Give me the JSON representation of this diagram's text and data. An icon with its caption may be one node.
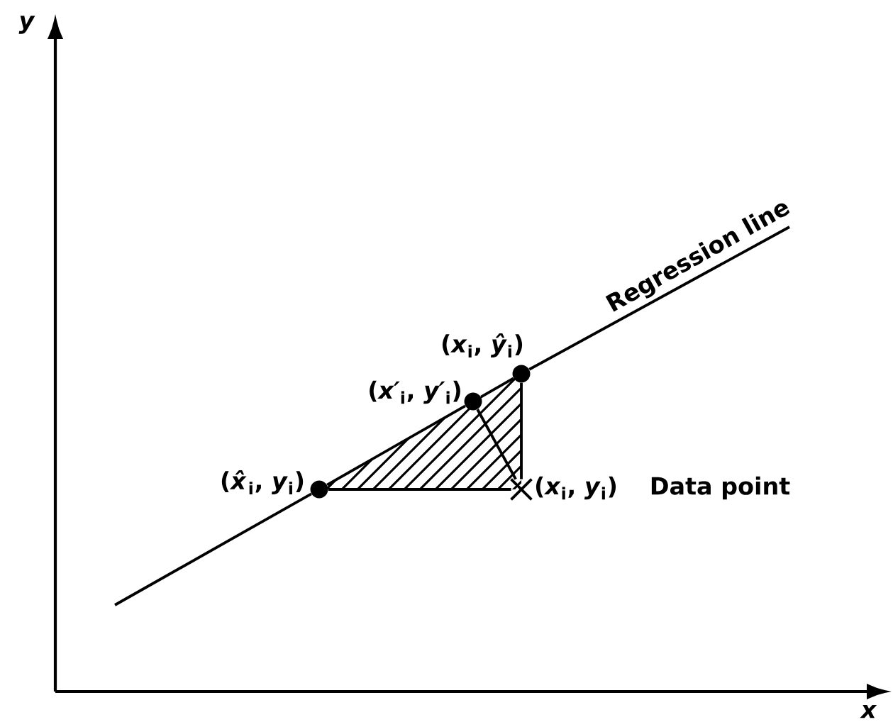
{
  "diagram": {
    "nodes": [
      {
        "text": [],
        "shape": "circle",
        "beside": [
          "(*x̂*$_{i}$, *y*$_{i}$)"
        ]
      },
      {
        "text": [],
        "shape": "circle",
        "beside": [
          "(*x′*$_{i}$, *y′*$_{i}$)"
        ]
      },
      {
        "text": [],
        "shape": "circle",
        "beside": [
          "(*x*$_{i}$, *ŷ*$_{i}$)"
        ]
      },
      {
        "text": [],
        "shape": "cross",
        "beside": [
          "(*x*$_{i}$, *y*$_{i}$)",
          "Data point"
        ]
      }
    ],
    "edges": [
      {
        "from": 0,
        "to": 3,
        "arrow": "none"
      },
      {
        "from": 3,
        "to": 2,
        "arrow": "none"
      },
      {
        "from": 1,
        "to": 3,
        "arrow": "none"
      },
      {
        "from": null,
        "to": 0,
        "arrow": "none"
      },
      {
        "from": 0,
        "to": 1,
        "arrow": "none"
      },
      {
        "from": 1,
        "to": 2,
        "arrow": "none"
      },
      {
        "from": 2,
        "to": null,
        "arrow": "none",
        "label": "Regression line"
      }
    ],
    "labels": [
      "*y*",
      "*x*"
    ]
  }
}
